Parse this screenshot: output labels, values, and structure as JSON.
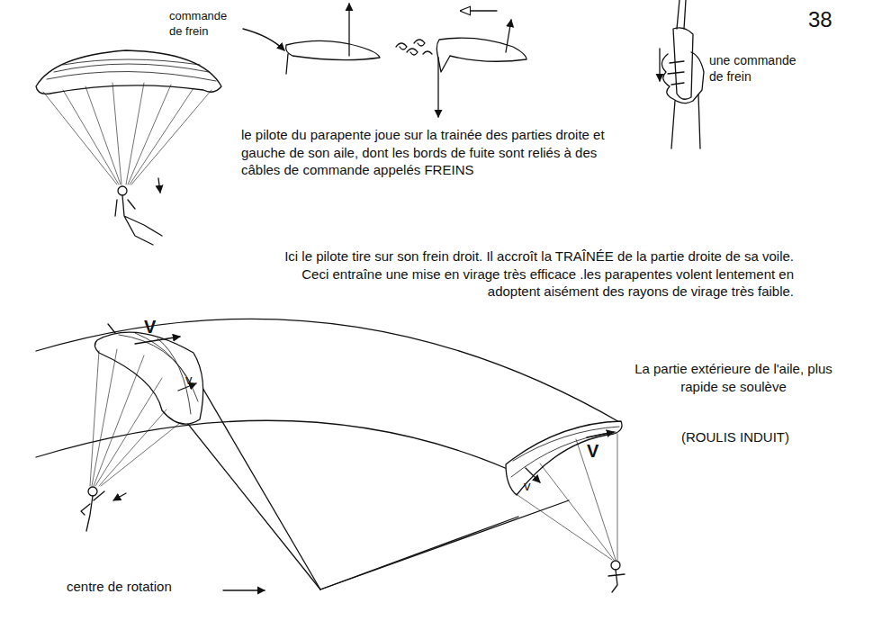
{
  "diagram": {
    "labels": [
      "38",
      "commande de frein",
      "une commande de frein",
      "le pilote du parapente joue sur la trainée des parties droite et gauche de son aile, dont les bords de fuite sont reliés à des câbles de commande appelés FREINS",
      "Ici le pilote tire sur son frein droit. Il accroît la TRAÎNÉE de la partie droite de sa voile. Ceci entraîne une mise en virage très efficace .les parapentes volent lentement en adoptent aisément des rayons de virage très faible.",
      "La partie extérieure de l'aile, plus rapide se soulève",
      "(ROULIS INDUIT)",
      "V",
      "v",
      "V",
      "v",
      "centre de rotation"
    ]
  }
}
